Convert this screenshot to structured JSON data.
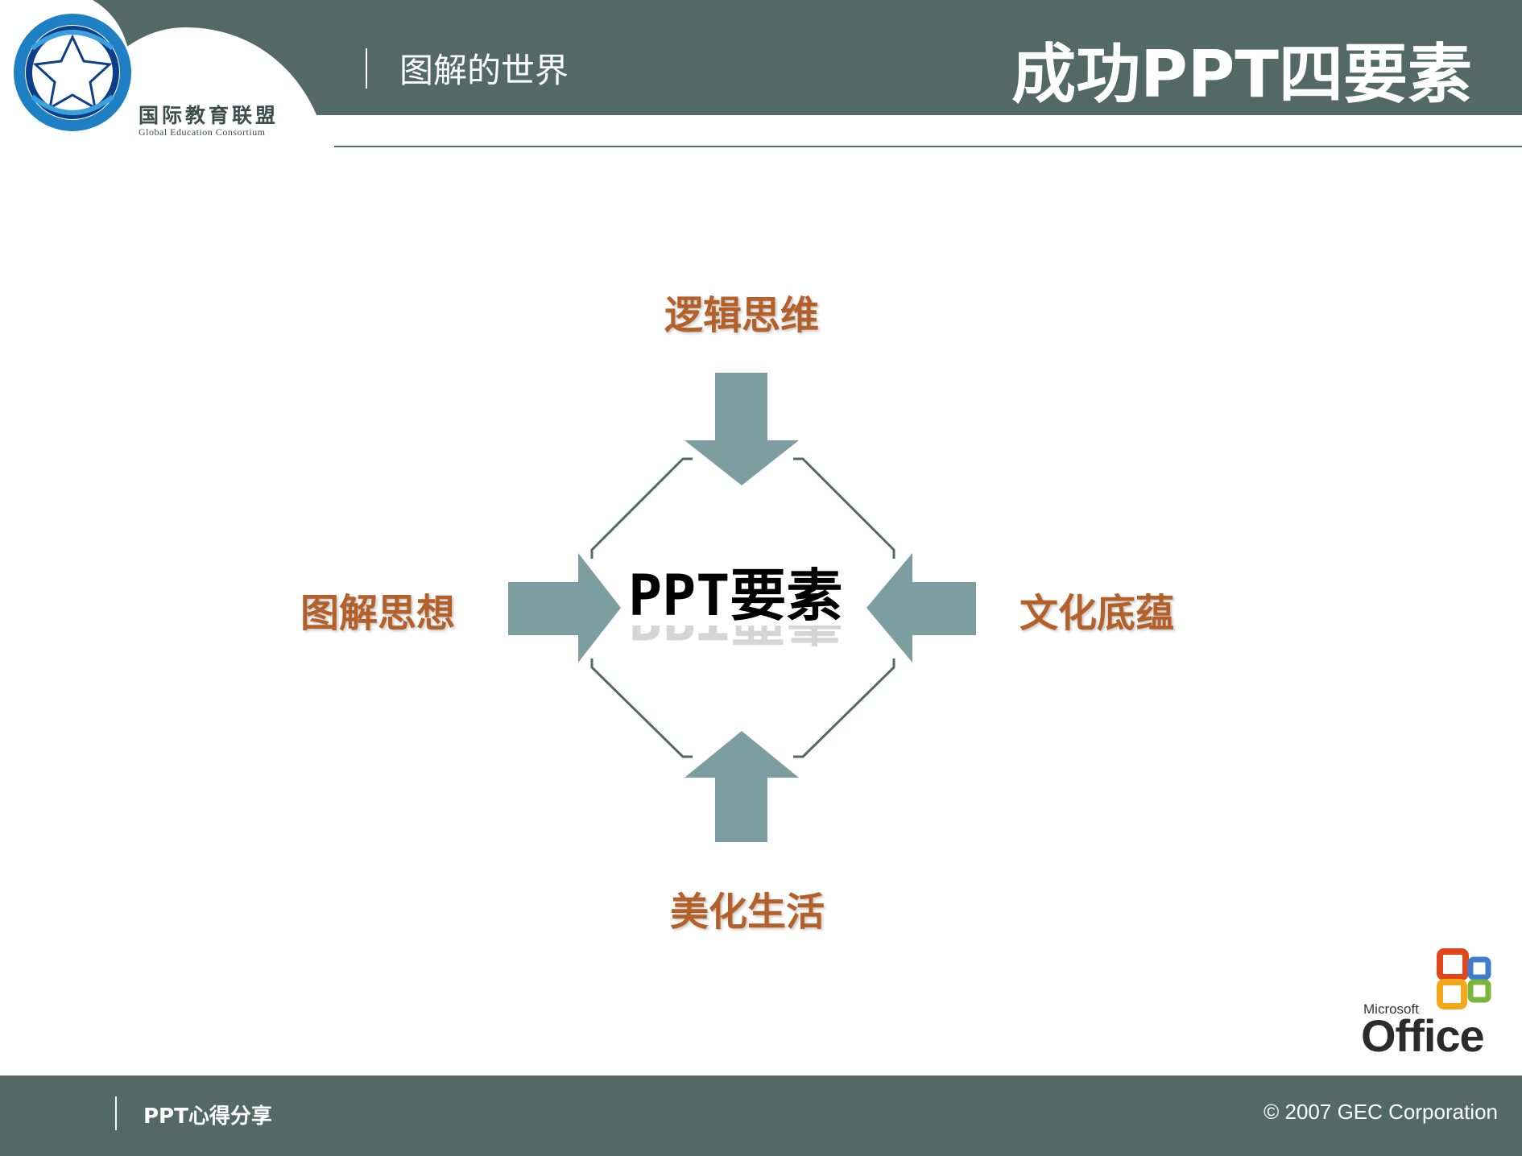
{
  "header": {
    "logo": {
      "name_cn": "国际教育联盟",
      "name_en": "Global Education Consortium"
    },
    "section_title": "图解的世界",
    "page_title": "成功PPT四要素"
  },
  "diagram": {
    "center": "PPT要素",
    "nodes": {
      "top": "逻辑思维",
      "left": "图解思想",
      "right": "文化底蕴",
      "bottom": "美化生活"
    },
    "colors": {
      "arrow": "#7d9ea1",
      "outline": "#526966",
      "label": "#b3602a"
    }
  },
  "office_logo": {
    "brand": "Microsoft",
    "product": "Office"
  },
  "footer": {
    "left_text": "PPT心得分享",
    "right_text": "© 2007 GEC Corporation"
  },
  "theme": {
    "band_color": "#526966"
  }
}
